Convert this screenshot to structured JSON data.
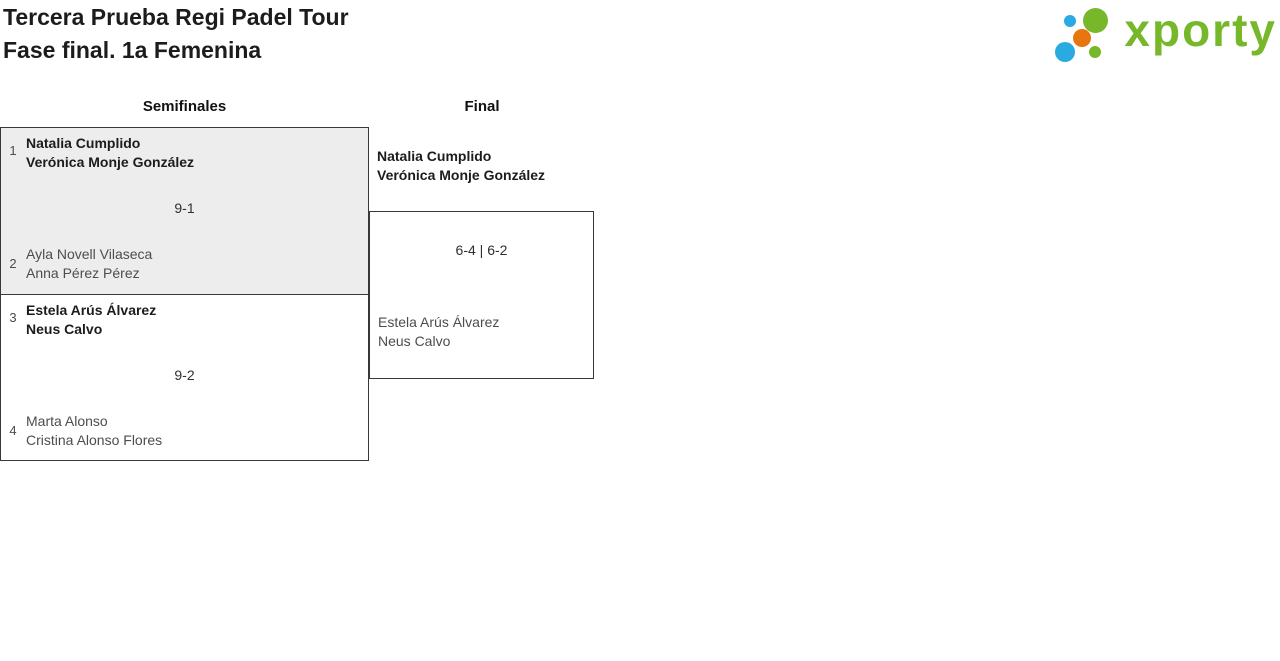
{
  "header": {
    "title_line1": "Tercera Prueba Regi Padel Tour",
    "title_line2": "Fase final. 1a Femenina",
    "logo_text": "xporty"
  },
  "colors": {
    "logo_green": "#76b82a",
    "logo_blue": "#29abe2",
    "logo_orange": "#e8750f",
    "winner_text": "#1c1c1c",
    "loser_text": "#4d4d4d",
    "score_text": "#2f2f2f",
    "box_border": "#383838",
    "match_alt_bg": "#ededed"
  },
  "bracket": {
    "rounds": [
      "Semifinales",
      "Final"
    ],
    "matches": [
      {
        "round": "Semifinales",
        "score": "9-1",
        "teams": [
          {
            "seed": "1",
            "winner": true,
            "players": [
              "Natalia Cumplido",
              "Verónica Monje González"
            ]
          },
          {
            "seed": "2",
            "winner": false,
            "players": [
              "Ayla Novell Vilaseca",
              "Anna Pérez Pérez"
            ]
          }
        ]
      },
      {
        "round": "Semifinales",
        "score": "9-2",
        "teams": [
          {
            "seed": "3",
            "winner": true,
            "players": [
              "Estela Arús Álvarez",
              "Neus Calvo"
            ]
          },
          {
            "seed": "4",
            "winner": false,
            "players": [
              "Marta Alonso",
              "Cristina Alonso Flores"
            ]
          }
        ]
      },
      {
        "round": "Final",
        "score": "6-4 | 6-2",
        "teams": [
          {
            "winner": true,
            "players": [
              "Natalia Cumplido",
              "Verónica Monje González"
            ]
          },
          {
            "winner": false,
            "players": [
              "Estela Arús Álvarez",
              "Neus Calvo"
            ]
          }
        ]
      }
    ]
  }
}
